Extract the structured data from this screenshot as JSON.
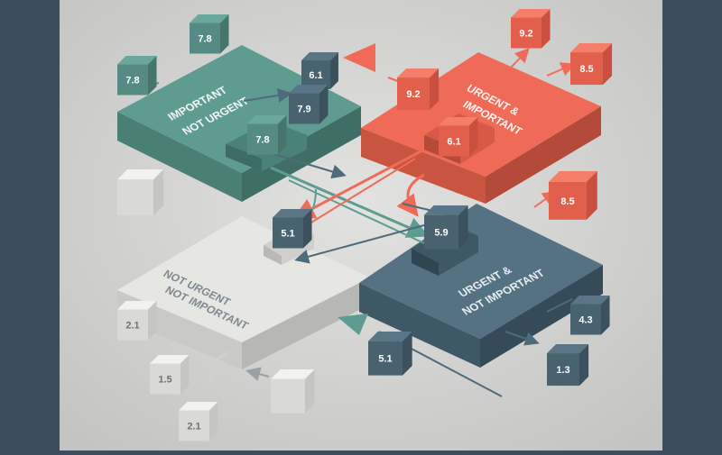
{
  "colors": {
    "frame": "#3d4d60",
    "background": "#d4d4d2",
    "teal": "#5e9c92",
    "coral": "#ef6b58",
    "light": "#e6e6e2",
    "slate": "#4f6b7a"
  },
  "quadrants": {
    "important_not_urgent": {
      "line1": "IMPORTANT",
      "line2": "NOT URGENT",
      "value": "7.8"
    },
    "urgent_important": {
      "line1": "URGENT &",
      "line2": "IMPORTANT",
      "value": "6.1"
    },
    "not_urgent_not_important": {
      "line1": "NOT URGENT",
      "line2": "NOT IMPORTANT",
      "value": "5.1"
    },
    "urgent_not_important": {
      "line1": "URGENT &",
      "line2": "NOT IMPORTANT",
      "value": "5.9"
    }
  },
  "cubes": {
    "top_left_a": "7.8",
    "top_left_b": "7.8",
    "teal_corner_a": "6.1",
    "teal_corner_b": "7.9",
    "coral_a": "9.2",
    "coral_b": "9.2",
    "coral_c": "8.5",
    "coral_d": "8.5",
    "slate_a": "4.3",
    "slate_b": "1.3",
    "slate_c": "5.1",
    "white_a": "2.1",
    "white_b": "1.5",
    "white_c": "2.1"
  }
}
